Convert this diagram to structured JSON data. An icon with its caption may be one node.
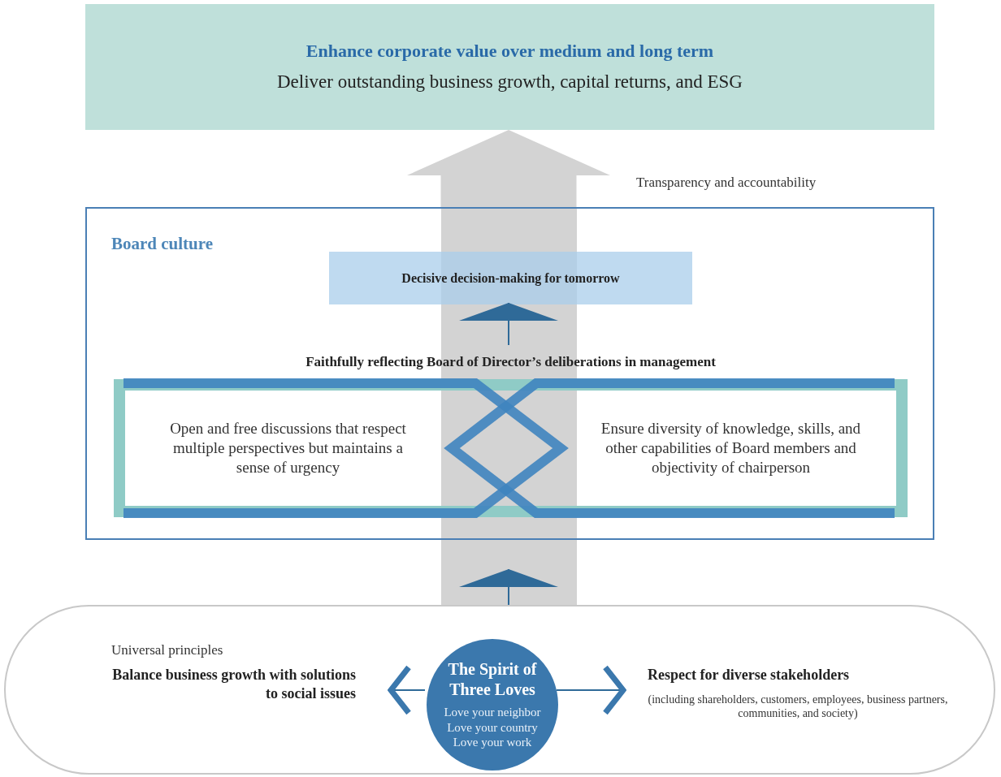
{
  "diagram": {
    "nodes": [
      {
        "text": [
          "Enhance corporate value over medium and long term",
          "Deliver outstanding business growth, capital returns, and ESG"
        ]
      },
      {
        "text": [
          "Board culture"
        ]
      },
      {
        "text": [
          "Decisive decision-making for tomorrow"
        ],
        "in": 1
      },
      {
        "text": [
          "Faithfully reflecting Board of Director’s deliberations in management"
        ],
        "in": 1
      },
      {
        "text": [
          "Open and free discussions that respect multiple perspectives but maintains a sense of urgency"
        ],
        "in": 3
      },
      {
        "text": [
          "Ensure diversity of knowledge, skills, and other capabilities of Board members and objectivity of chairperson"
        ],
        "in": 3
      },
      {
        "text": [
          "Universal principles"
        ]
      },
      {
        "text": [
          "Balance business growth with solutions to social issues"
        ],
        "in": 6
      },
      {
        "text": [
          "The Spirit of Three Loves",
          "Love your neighbor Love your country Love your work"
        ],
        "in": 6
      },
      {
        "text": [
          "Respect for diverse stakeholders",
          "(including shareholders, customers, employees, business partners, communities, and society)"
        ],
        "in": 6
      }
    ],
    "edges": [
      {
        "from": 1,
        "to": 0,
        "arrow": "to",
        "style": "thick",
        "color": "#d3d3d3"
      },
      {
        "from": 6,
        "to": 3,
        "arrow": "to"
      },
      {
        "from": 3,
        "to": 2,
        "arrow": "to"
      },
      {
        "from": 8,
        "to": 7,
        "arrow": "to"
      },
      {
        "from": 8,
        "to": 9,
        "arrow": "to"
      }
    ],
    "labels": [
      "Transparency and accountability"
    ]
  }
}
